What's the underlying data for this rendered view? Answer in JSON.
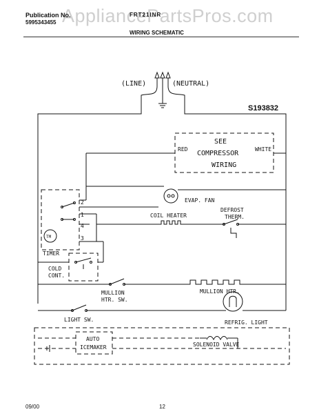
{
  "header": {
    "publication_label": "Publication No.",
    "publication_number": "5995343455",
    "model_text": "FRT21INR",
    "title": "WIRING SCHEMATIC",
    "watermark": "AppliancePartsPros.com"
  },
  "footer": {
    "date": "09/00",
    "page": "12"
  },
  "diagram": {
    "part_number": "S193832",
    "line_label": "(LINE)",
    "neutral_label": "(NEUTRAL)",
    "compressor_box": {
      "line1": "SEE",
      "line2": "COMPRESSOR",
      "line3": "WIRING",
      "left_wire": "RED",
      "right_wire": "WHITE"
    },
    "evap_fan": "EVAP. FAN",
    "coil_heater": "COIL HEATER",
    "defrost_therm_1": "DEFROST",
    "defrost_therm_2": "THERM.",
    "timer_label": "TIMER",
    "timer_motor": "TM",
    "terminals": [
      "2",
      "1",
      "4",
      "3"
    ],
    "cold_cont_1": "COLD",
    "cold_cont_2": "CONT.",
    "mullion_htr_sw_1": "MULLION",
    "mullion_htr_sw_2": "HTR. SW.",
    "mullion_htr": "MULLION HTR.",
    "light_sw": "LIGHT SW.",
    "refrig_light": "REFRIG. LIGHT",
    "icemaker_1": "AUTO",
    "icemaker_2": "ICEMAKER",
    "solenoid_valve": "SOLENOID VALVE"
  }
}
